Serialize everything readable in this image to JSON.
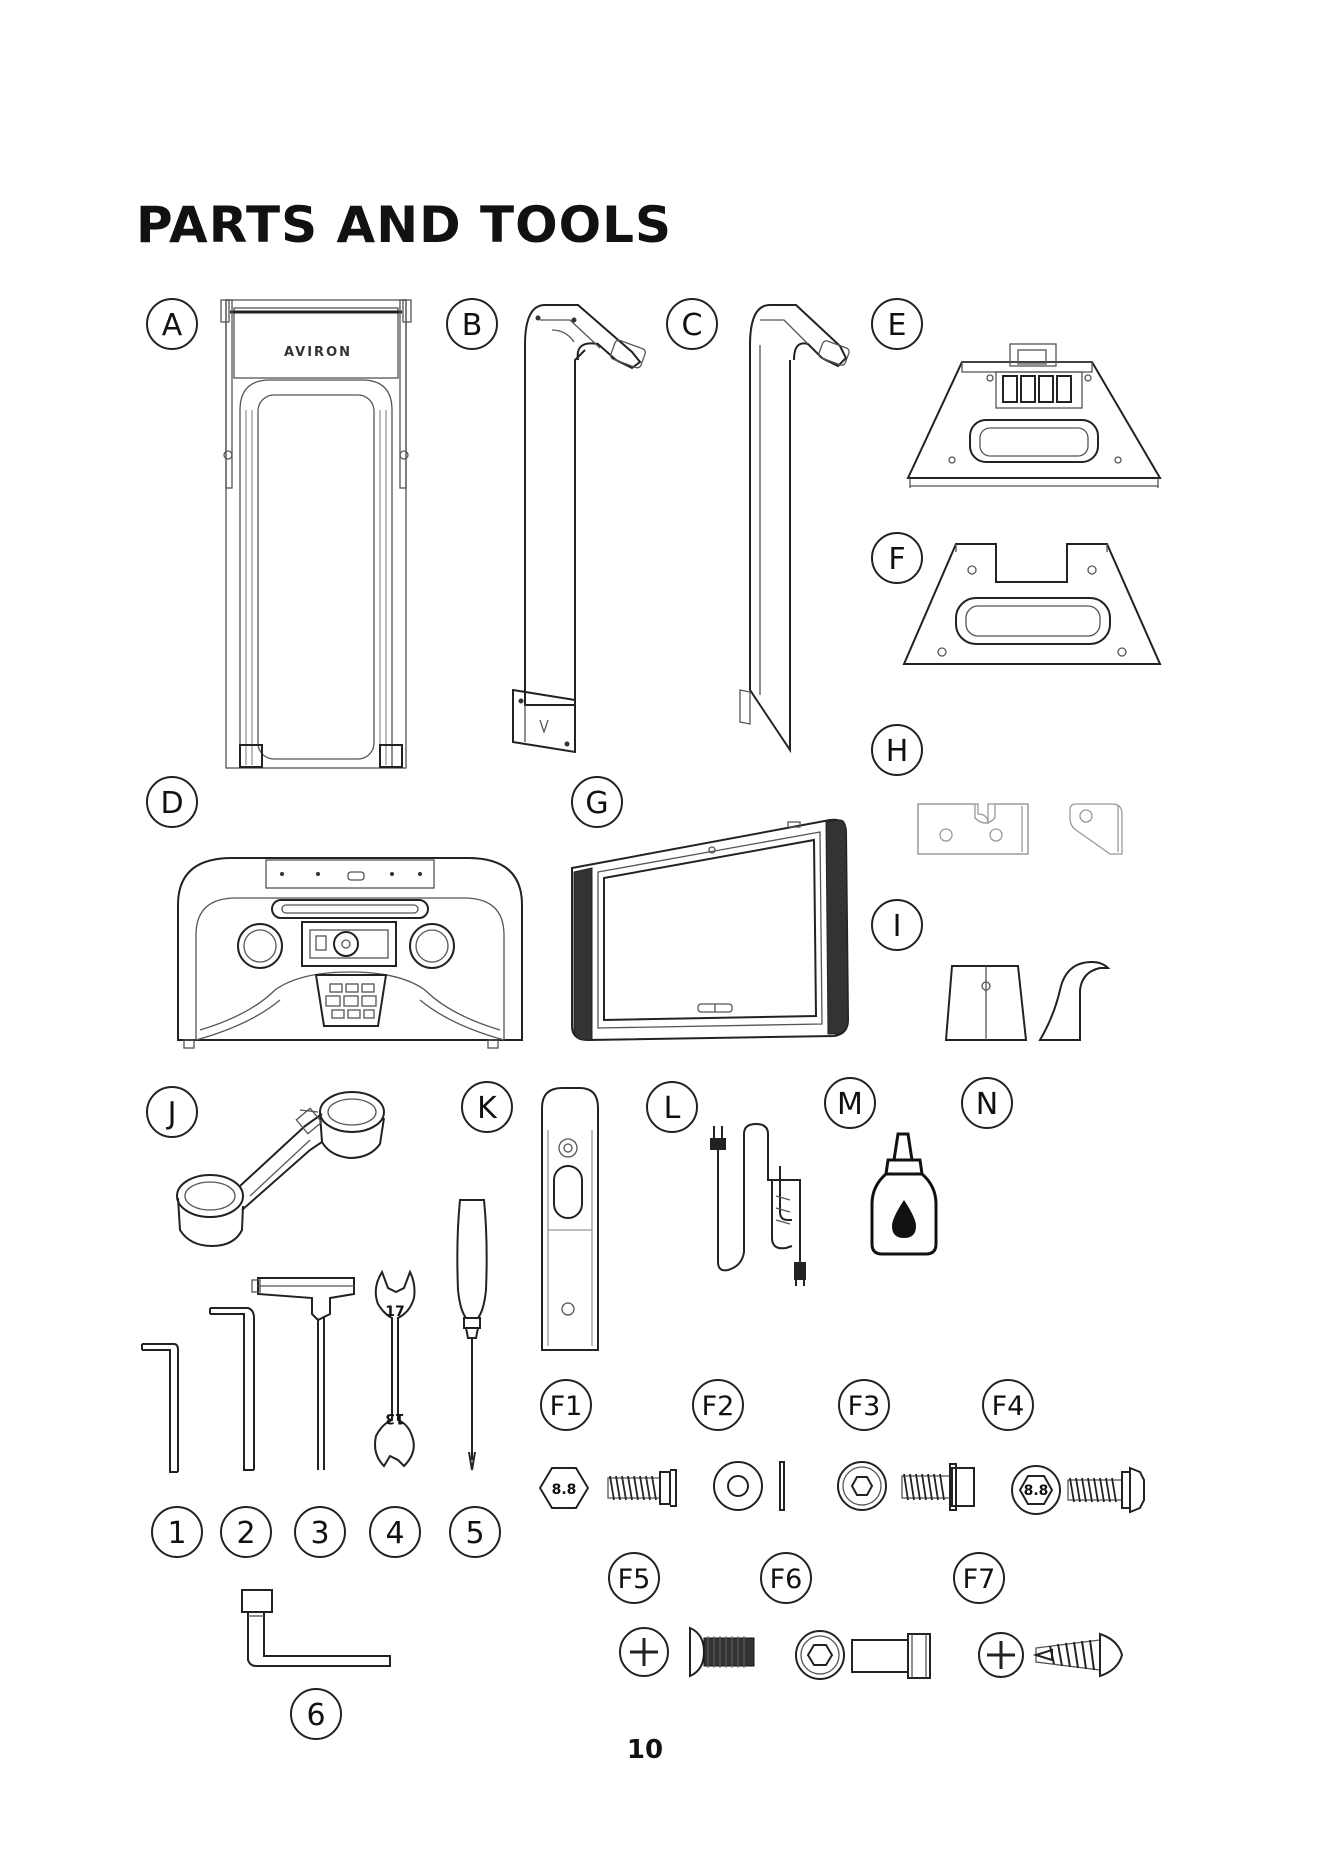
{
  "page": {
    "title": "PARTS AND TOOLS",
    "page_number": "10"
  },
  "parts": {
    "A": {
      "label": "A",
      "brand_text": "AVIRON"
    },
    "B": {
      "label": "B"
    },
    "C": {
      "label": "C"
    },
    "D": {
      "label": "D"
    },
    "E": {
      "label": "E"
    },
    "F": {
      "label": "F"
    },
    "G": {
      "label": "G"
    },
    "H": {
      "label": "H"
    },
    "I": {
      "label": "I"
    },
    "J": {
      "label": "J"
    },
    "K": {
      "label": "K"
    },
    "L": {
      "label": "L"
    },
    "M": {
      "label": "M"
    },
    "N": {
      "label": "N"
    }
  },
  "tools": {
    "t1": {
      "label": "1"
    },
    "t2": {
      "label": "2"
    },
    "t3": {
      "label": "3"
    },
    "t4": {
      "label": "4",
      "size_top": "17",
      "size_bottom": "13"
    },
    "t5": {
      "label": "5"
    },
    "t6": {
      "label": "6"
    }
  },
  "hardware": {
    "F1": {
      "label": "F1",
      "grade": "8.8"
    },
    "F2": {
      "label": "F2"
    },
    "F3": {
      "label": "F3"
    },
    "F4": {
      "label": "F4",
      "grade": "8.8"
    },
    "F5": {
      "label": "F5"
    },
    "F6": {
      "label": "F6"
    },
    "F7": {
      "label": "F7"
    }
  }
}
